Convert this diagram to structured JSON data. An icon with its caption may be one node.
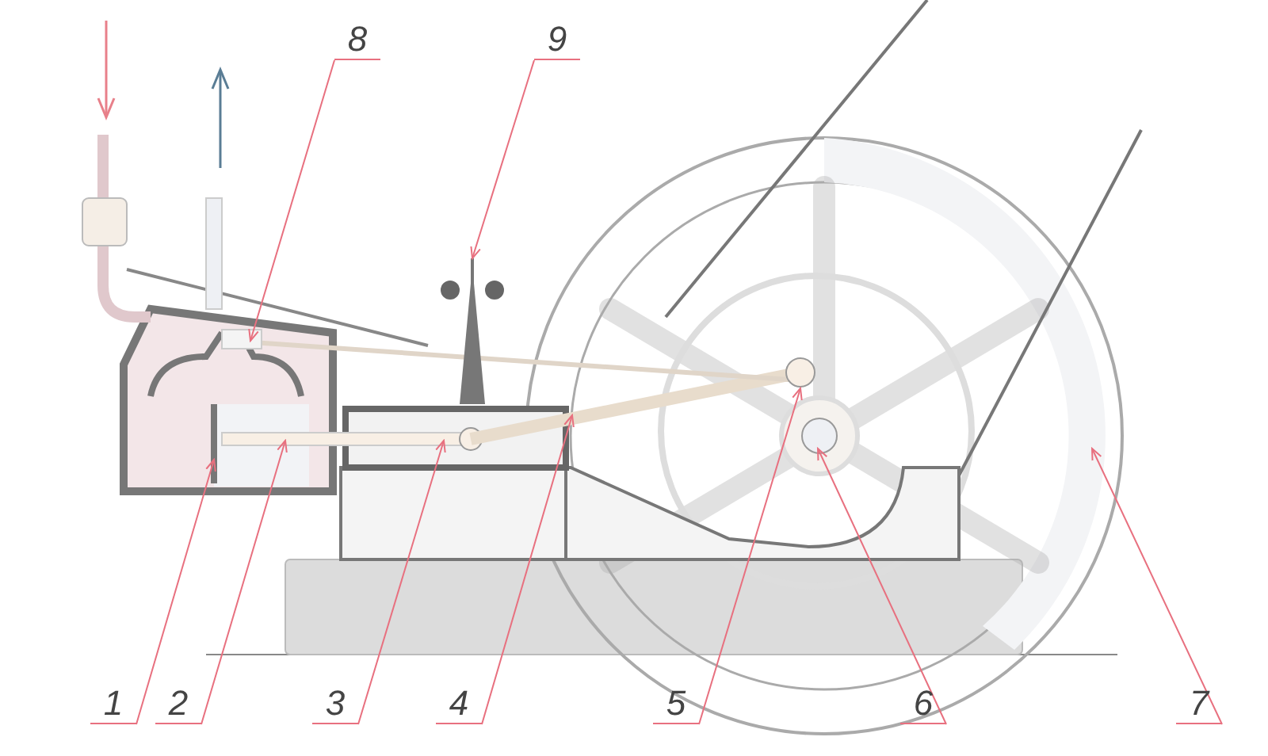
{
  "diagram": {
    "nodes": [
      {
        "text": [
          "8"
        ]
      },
      {
        "text": [
          "9"
        ]
      },
      {
        "text": [
          "1"
        ]
      },
      {
        "text": [
          "2"
        ]
      },
      {
        "text": [
          "3"
        ]
      },
      {
        "text": [
          "4"
        ]
      },
      {
        "text": [
          "5"
        ]
      },
      {
        "text": [
          "6"
        ]
      },
      {
        "text": [
          "7"
        ]
      }
    ],
    "edges": [
      {
        "from": 0,
        "to": null,
        "arrow": "to"
      },
      {
        "from": 1,
        "to": null,
        "arrow": "to"
      },
      {
        "from": 2,
        "to": null,
        "arrow": "to"
      },
      {
        "from": 3,
        "to": null,
        "arrow": "to"
      },
      {
        "from": 4,
        "to": null,
        "arrow": "to"
      },
      {
        "from": 5,
        "to": null,
        "arrow": "to"
      },
      {
        "from": 6,
        "to": null,
        "arrow": "to"
      },
      {
        "from": 7,
        "to": null,
        "arrow": "to"
      },
      {
        "from": 8,
        "to": null,
        "arrow": "to"
      }
    ]
  }
}
